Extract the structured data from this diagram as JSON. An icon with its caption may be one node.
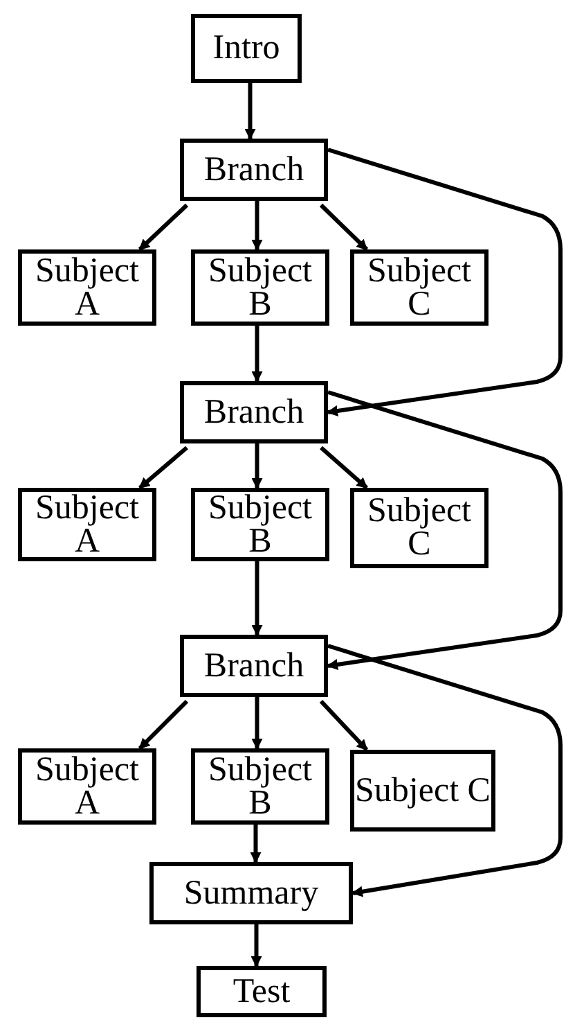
{
  "diagram": {
    "nodes": [
      {
        "text": [
          "Intro"
        ]
      },
      {
        "text": [
          "Branch"
        ]
      },
      {
        "text": [
          "Subject A"
        ]
      },
      {
        "text": [
          "Subject B"
        ]
      },
      {
        "text": [
          "Subject C"
        ]
      },
      {
        "text": [
          "Branch"
        ]
      },
      {
        "text": [
          "Subject A"
        ]
      },
      {
        "text": [
          "Subject B"
        ]
      },
      {
        "text": [
          "Subject C"
        ]
      },
      {
        "text": [
          "Branch"
        ]
      },
      {
        "text": [
          "Subject A"
        ]
      },
      {
        "text": [
          "Subject B"
        ]
      },
      {
        "text": [
          "Subject C"
        ]
      },
      {
        "text": [
          "Summary"
        ]
      },
      {
        "text": [
          "Test"
        ]
      }
    ],
    "edges": [
      {
        "from": 0,
        "to": 1,
        "arrow": "to"
      },
      {
        "from": 1,
        "to": 2,
        "arrow": "to"
      },
      {
        "from": 1,
        "to": 3,
        "arrow": "to"
      },
      {
        "from": 1,
        "to": 4,
        "arrow": "to"
      },
      {
        "from": 3,
        "to": 5,
        "arrow": "to"
      },
      {
        "from": 1,
        "to": 5,
        "arrow": "to"
      },
      {
        "from": 5,
        "to": 6,
        "arrow": "to"
      },
      {
        "from": 5,
        "to": 7,
        "arrow": "to"
      },
      {
        "from": 5,
        "to": 8,
        "arrow": "to"
      },
      {
        "from": 7,
        "to": 9,
        "arrow": "to"
      },
      {
        "from": 5,
        "to": 9,
        "arrow": "to"
      },
      {
        "from": 9,
        "to": 10,
        "arrow": "to"
      },
      {
        "from": 9,
        "to": 11,
        "arrow": "to"
      },
      {
        "from": 9,
        "to": 12,
        "arrow": "to"
      },
      {
        "from": 11,
        "to": 13,
        "arrow": "to"
      },
      {
        "from": 9,
        "to": 13,
        "arrow": "to"
      },
      {
        "from": 13,
        "to": 14,
        "arrow": "to"
      }
    ]
  }
}
